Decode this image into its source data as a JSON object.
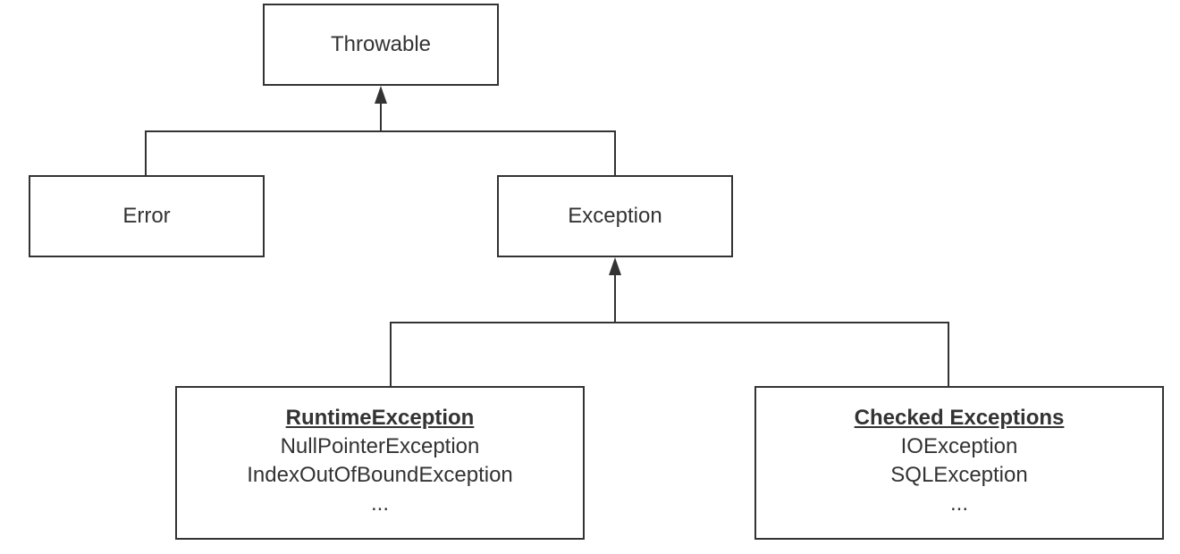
{
  "diagram": {
    "line_color": "#333333",
    "nodes": {
      "throwable": {
        "label": "Throwable"
      },
      "error": {
        "label": "Error"
      },
      "exception": {
        "label": "Exception"
      },
      "runtime": {
        "title": "RuntimeException",
        "items": [
          "NullPointerException",
          "IndexOutOfBoundException",
          "..."
        ]
      },
      "checked": {
        "title": "Checked Exceptions",
        "items": [
          "IOException",
          "SQLException",
          "..."
        ]
      }
    },
    "edges": [
      {
        "from": "error",
        "to": "throwable",
        "arrow": "inheritance"
      },
      {
        "from": "exception",
        "to": "throwable",
        "arrow": "inheritance"
      },
      {
        "from": "runtime",
        "to": "exception",
        "arrow": "inheritance"
      },
      {
        "from": "checked",
        "to": "exception",
        "arrow": "inheritance"
      }
    ]
  }
}
